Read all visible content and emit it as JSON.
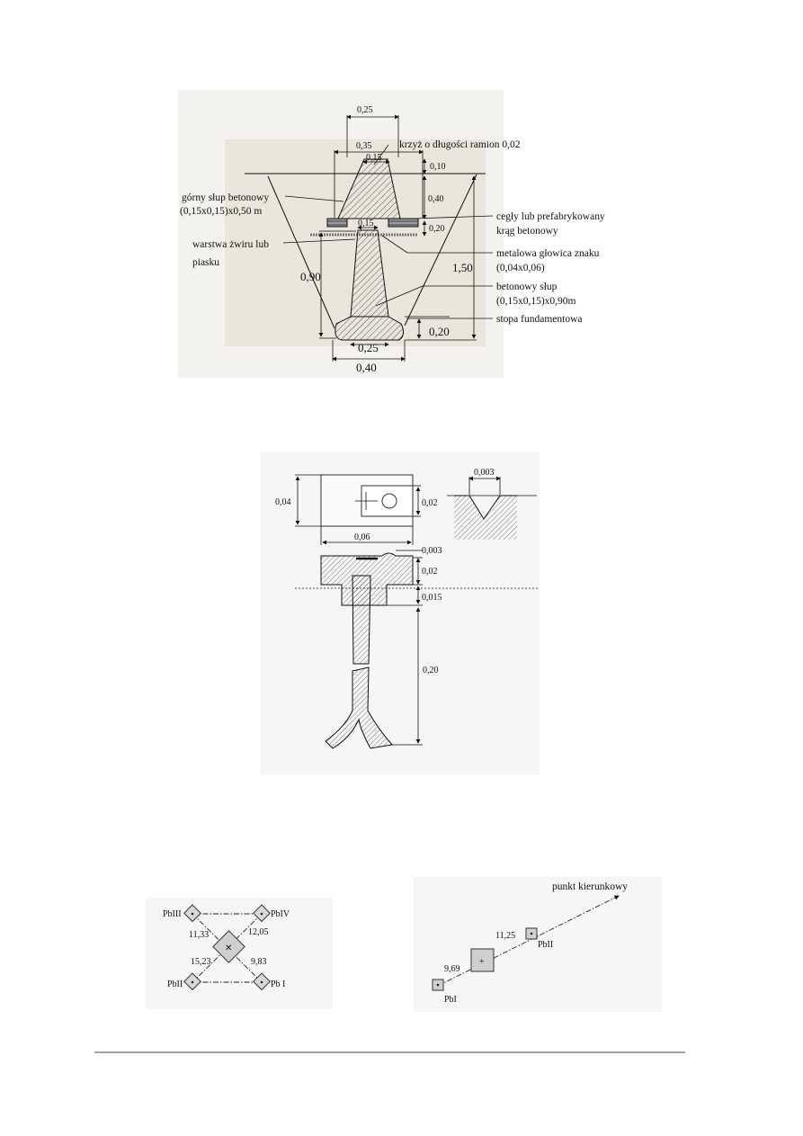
{
  "foundation_section": {
    "dims": {
      "top_width": "0,25",
      "top_outer": "0,35",
      "top_inner": "0,15",
      "top_height": "0,10",
      "upper_post_height": "0,40",
      "gap_height": "0,20",
      "mid_width": "0,15",
      "lower_post_height": "0,90",
      "total_depth": "1,50",
      "footing_height": "0,20",
      "footing_inner": "0,25",
      "footing_outer": "0,40"
    },
    "labels": {
      "cross": "krzyż o długości ramion 0,02",
      "upper_post_1": "górny słup betonowy",
      "upper_post_2": "(0,15x0,15)x0,50 m",
      "gravel_1": "warstwa żwiru lub",
      "gravel_2": "piasku",
      "bricks_1": "cegły lub prefabrykowany",
      "bricks_2": "krąg betonowy",
      "head_1": "metalowa głowica znaku",
      "head_2": "(0,04x0,06)",
      "post_1": "betonowy słup",
      "post_2": "(0,15x0,15)x0,90m",
      "footing": "stopa fundamentowa"
    }
  },
  "marker_head": {
    "dims": {
      "height": "0,04",
      "inner_height": "0,02",
      "width": "0,06",
      "groove": "0,003",
      "head_groove": "0,003",
      "head_thickness": "0,02",
      "head_offset": "0,015",
      "shank_length": "0,20"
    }
  },
  "layout_left": {
    "points": [
      "PbIII",
      "PbIV",
      "PbII",
      "Pb I"
    ],
    "distances": [
      "11,33",
      "12,05",
      "15,23",
      "9,83"
    ]
  },
  "layout_right": {
    "direction_label": "punkt kierunkowy",
    "points": [
      "PbII",
      "PbI"
    ],
    "distances": [
      "11,25",
      "9,69"
    ]
  },
  "footer": {}
}
